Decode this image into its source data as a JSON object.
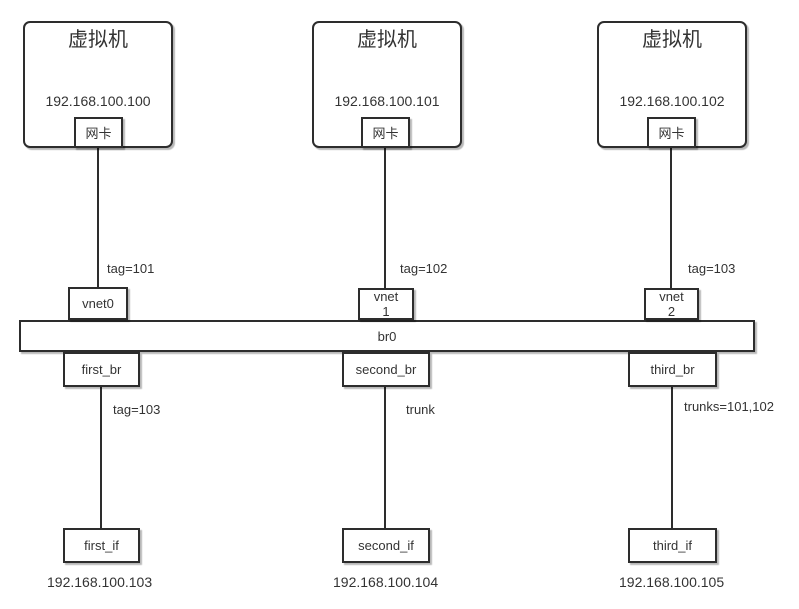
{
  "diagram": {
    "vms": [
      {
        "title": "虚拟机",
        "ip": "192.168.100.100",
        "nic": "网卡"
      },
      {
        "title": "虚拟机",
        "ip": "192.168.100.101",
        "nic": "网卡"
      },
      {
        "title": "虚拟机",
        "ip": "192.168.100.102",
        "nic": "网卡"
      }
    ],
    "vnet_tags": [
      "tag=101",
      "tag=102",
      "tag=103"
    ],
    "vnets": [
      {
        "line1": "vnet0",
        "line2": ""
      },
      {
        "line1": "vnet",
        "line2": "1"
      },
      {
        "line1": "vnet",
        "line2": "2"
      }
    ],
    "bridge_label": "br0",
    "bridge_ports": [
      "first_br",
      "second_br",
      "third_br"
    ],
    "port_tags": [
      "tag=103",
      "trunk",
      "trunks=101,102"
    ],
    "interfaces": [
      "first_if",
      "second_if",
      "third_if"
    ],
    "interface_ips": [
      "192.168.100.103",
      "192.168.100.104",
      "192.168.100.105"
    ]
  }
}
